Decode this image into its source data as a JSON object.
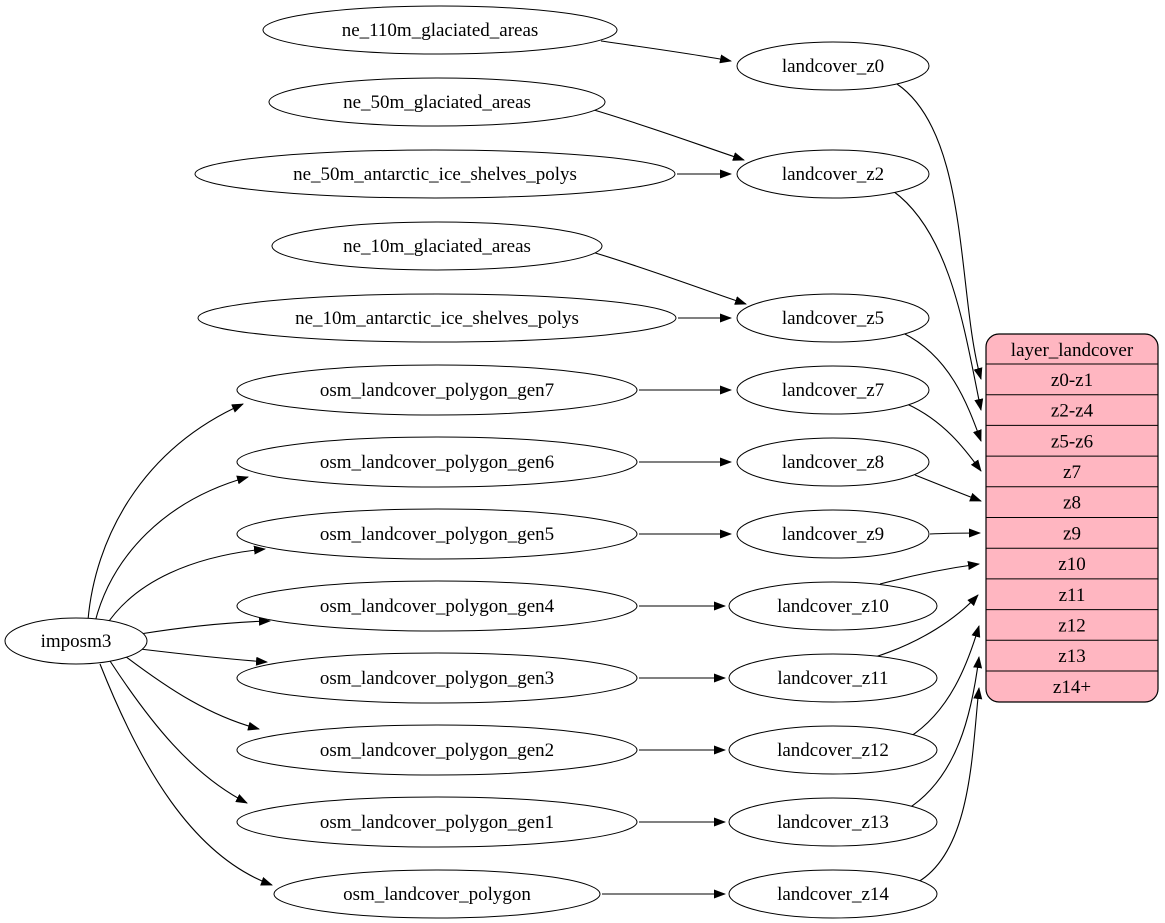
{
  "nodes": {
    "root": "imposm3",
    "sources": [
      "ne_110m_glaciated_areas",
      "ne_50m_glaciated_areas",
      "ne_50m_antarctic_ice_shelves_polys",
      "ne_10m_glaciated_areas",
      "ne_10m_antarctic_ice_shelves_polys",
      "osm_landcover_polygon_gen7",
      "osm_landcover_polygon_gen6",
      "osm_landcover_polygon_gen5",
      "osm_landcover_polygon_gen4",
      "osm_landcover_polygon_gen3",
      "osm_landcover_polygon_gen2",
      "osm_landcover_polygon_gen1",
      "osm_landcover_polygon"
    ],
    "intermediates": [
      "landcover_z0",
      "landcover_z2",
      "landcover_z5",
      "landcover_z7",
      "landcover_z8",
      "landcover_z9",
      "landcover_z10",
      "landcover_z11",
      "landcover_z12",
      "landcover_z13",
      "landcover_z14"
    ],
    "table": {
      "title": "layer_landcover",
      "rows": [
        "z0-z1",
        "z2-z4",
        "z5-z6",
        "z7",
        "z8",
        "z9",
        "z10",
        "z11",
        "z12",
        "z13",
        "z14+"
      ]
    }
  },
  "colors": {
    "table_fill": "#ffb6c1",
    "node_fill": "#ffffff",
    "stroke": "#000000"
  },
  "edges": [
    {
      "from": "imposm3",
      "to": "osm_landcover_polygon_gen7"
    },
    {
      "from": "imposm3",
      "to": "osm_landcover_polygon_gen6"
    },
    {
      "from": "imposm3",
      "to": "osm_landcover_polygon_gen5"
    },
    {
      "from": "imposm3",
      "to": "osm_landcover_polygon_gen4"
    },
    {
      "from": "imposm3",
      "to": "osm_landcover_polygon_gen3"
    },
    {
      "from": "imposm3",
      "to": "osm_landcover_polygon_gen2"
    },
    {
      "from": "imposm3",
      "to": "osm_landcover_polygon_gen1"
    },
    {
      "from": "imposm3",
      "to": "osm_landcover_polygon"
    },
    {
      "from": "ne_110m_glaciated_areas",
      "to": "landcover_z0"
    },
    {
      "from": "ne_50m_glaciated_areas",
      "to": "landcover_z2"
    },
    {
      "from": "ne_50m_antarctic_ice_shelves_polys",
      "to": "landcover_z2"
    },
    {
      "from": "ne_10m_glaciated_areas",
      "to": "landcover_z5"
    },
    {
      "from": "ne_10m_antarctic_ice_shelves_polys",
      "to": "landcover_z5"
    },
    {
      "from": "osm_landcover_polygon_gen7",
      "to": "landcover_z7"
    },
    {
      "from": "osm_landcover_polygon_gen6",
      "to": "landcover_z8"
    },
    {
      "from": "osm_landcover_polygon_gen5",
      "to": "landcover_z9"
    },
    {
      "from": "osm_landcover_polygon_gen4",
      "to": "landcover_z10"
    },
    {
      "from": "osm_landcover_polygon_gen3",
      "to": "landcover_z11"
    },
    {
      "from": "osm_landcover_polygon_gen2",
      "to": "landcover_z12"
    },
    {
      "from": "osm_landcover_polygon_gen1",
      "to": "landcover_z13"
    },
    {
      "from": "osm_landcover_polygon",
      "to": "landcover_z14"
    },
    {
      "from": "landcover_z0",
      "to": "layer_landcover:z0-z1"
    },
    {
      "from": "landcover_z2",
      "to": "layer_landcover:z2-z4"
    },
    {
      "from": "landcover_z5",
      "to": "layer_landcover:z5-z6"
    },
    {
      "from": "landcover_z7",
      "to": "layer_landcover:z7"
    },
    {
      "from": "landcover_z8",
      "to": "layer_landcover:z8"
    },
    {
      "from": "landcover_z9",
      "to": "layer_landcover:z9"
    },
    {
      "from": "landcover_z10",
      "to": "layer_landcover:z10"
    },
    {
      "from": "landcover_z11",
      "to": "layer_landcover:z11"
    },
    {
      "from": "landcover_z12",
      "to": "layer_landcover:z12"
    },
    {
      "from": "landcover_z13",
      "to": "layer_landcover:z13"
    },
    {
      "from": "landcover_z14",
      "to": "layer_landcover:z14+"
    }
  ]
}
